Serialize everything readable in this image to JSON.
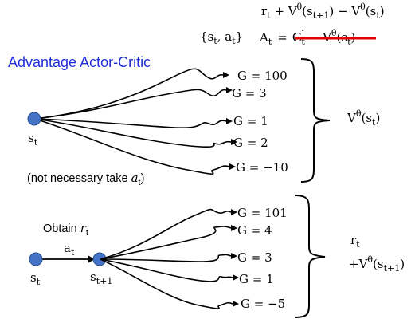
{
  "formula_top": {
    "r": "r",
    "r_sub": "t",
    "plus_V": " + V",
    "theta": "θ",
    "paren1": "(s",
    "paren1_sub": "t+1",
    "paren1_close": ") − V",
    "theta2": "θ",
    "paren2": "(s",
    "paren2_sub": "t",
    "paren2_close": ")"
  },
  "pair_label": "{s_t, a_t}",
  "advantage": {
    "A": "A",
    "A_sub": "t",
    "eq": "=",
    "G": "G",
    "G_sub": "t",
    "G_sup": "′",
    "minus_V": "− V",
    "theta": "θ",
    "paren": "(s",
    "paren_sub": "t",
    "paren_close": ")"
  },
  "title": "Advantage Actor-Critic",
  "tree1": {
    "root_label": "s",
    "root_sub": "t",
    "returns": [
      "G = 100",
      "G = 3",
      "G = 1",
      "G = 2",
      "G = −10"
    ],
    "value_label": "V",
    "value_sup": "θ",
    "value_arg": "(s",
    "value_arg_sub": "t",
    "value_close": ")",
    "note_prefix": "(not necessary take ",
    "note_a": "a",
    "note_a_sub": "t",
    "note_suffix": ")"
  },
  "tree2": {
    "obtain_prefix": "Obtain ",
    "obtain_r": "r",
    "obtain_r_sub": "t",
    "action": "a",
    "action_sub": "t",
    "root_label": "s",
    "root_sub": "t",
    "next_label": "s",
    "next_sub": "t+1",
    "returns": [
      "G = 101",
      "G = 4",
      "G = 3",
      "G = 1",
      "G = −5"
    ],
    "target_r": "r",
    "target_r_sub": "t",
    "target_plus": "+V",
    "target_sup": "θ",
    "target_arg": "(s",
    "target_arg_sub": "t+1",
    "target_close": ")"
  },
  "colors": {
    "title": "#1f2fd6",
    "node": "#4472c4",
    "strike": "#e00000"
  }
}
